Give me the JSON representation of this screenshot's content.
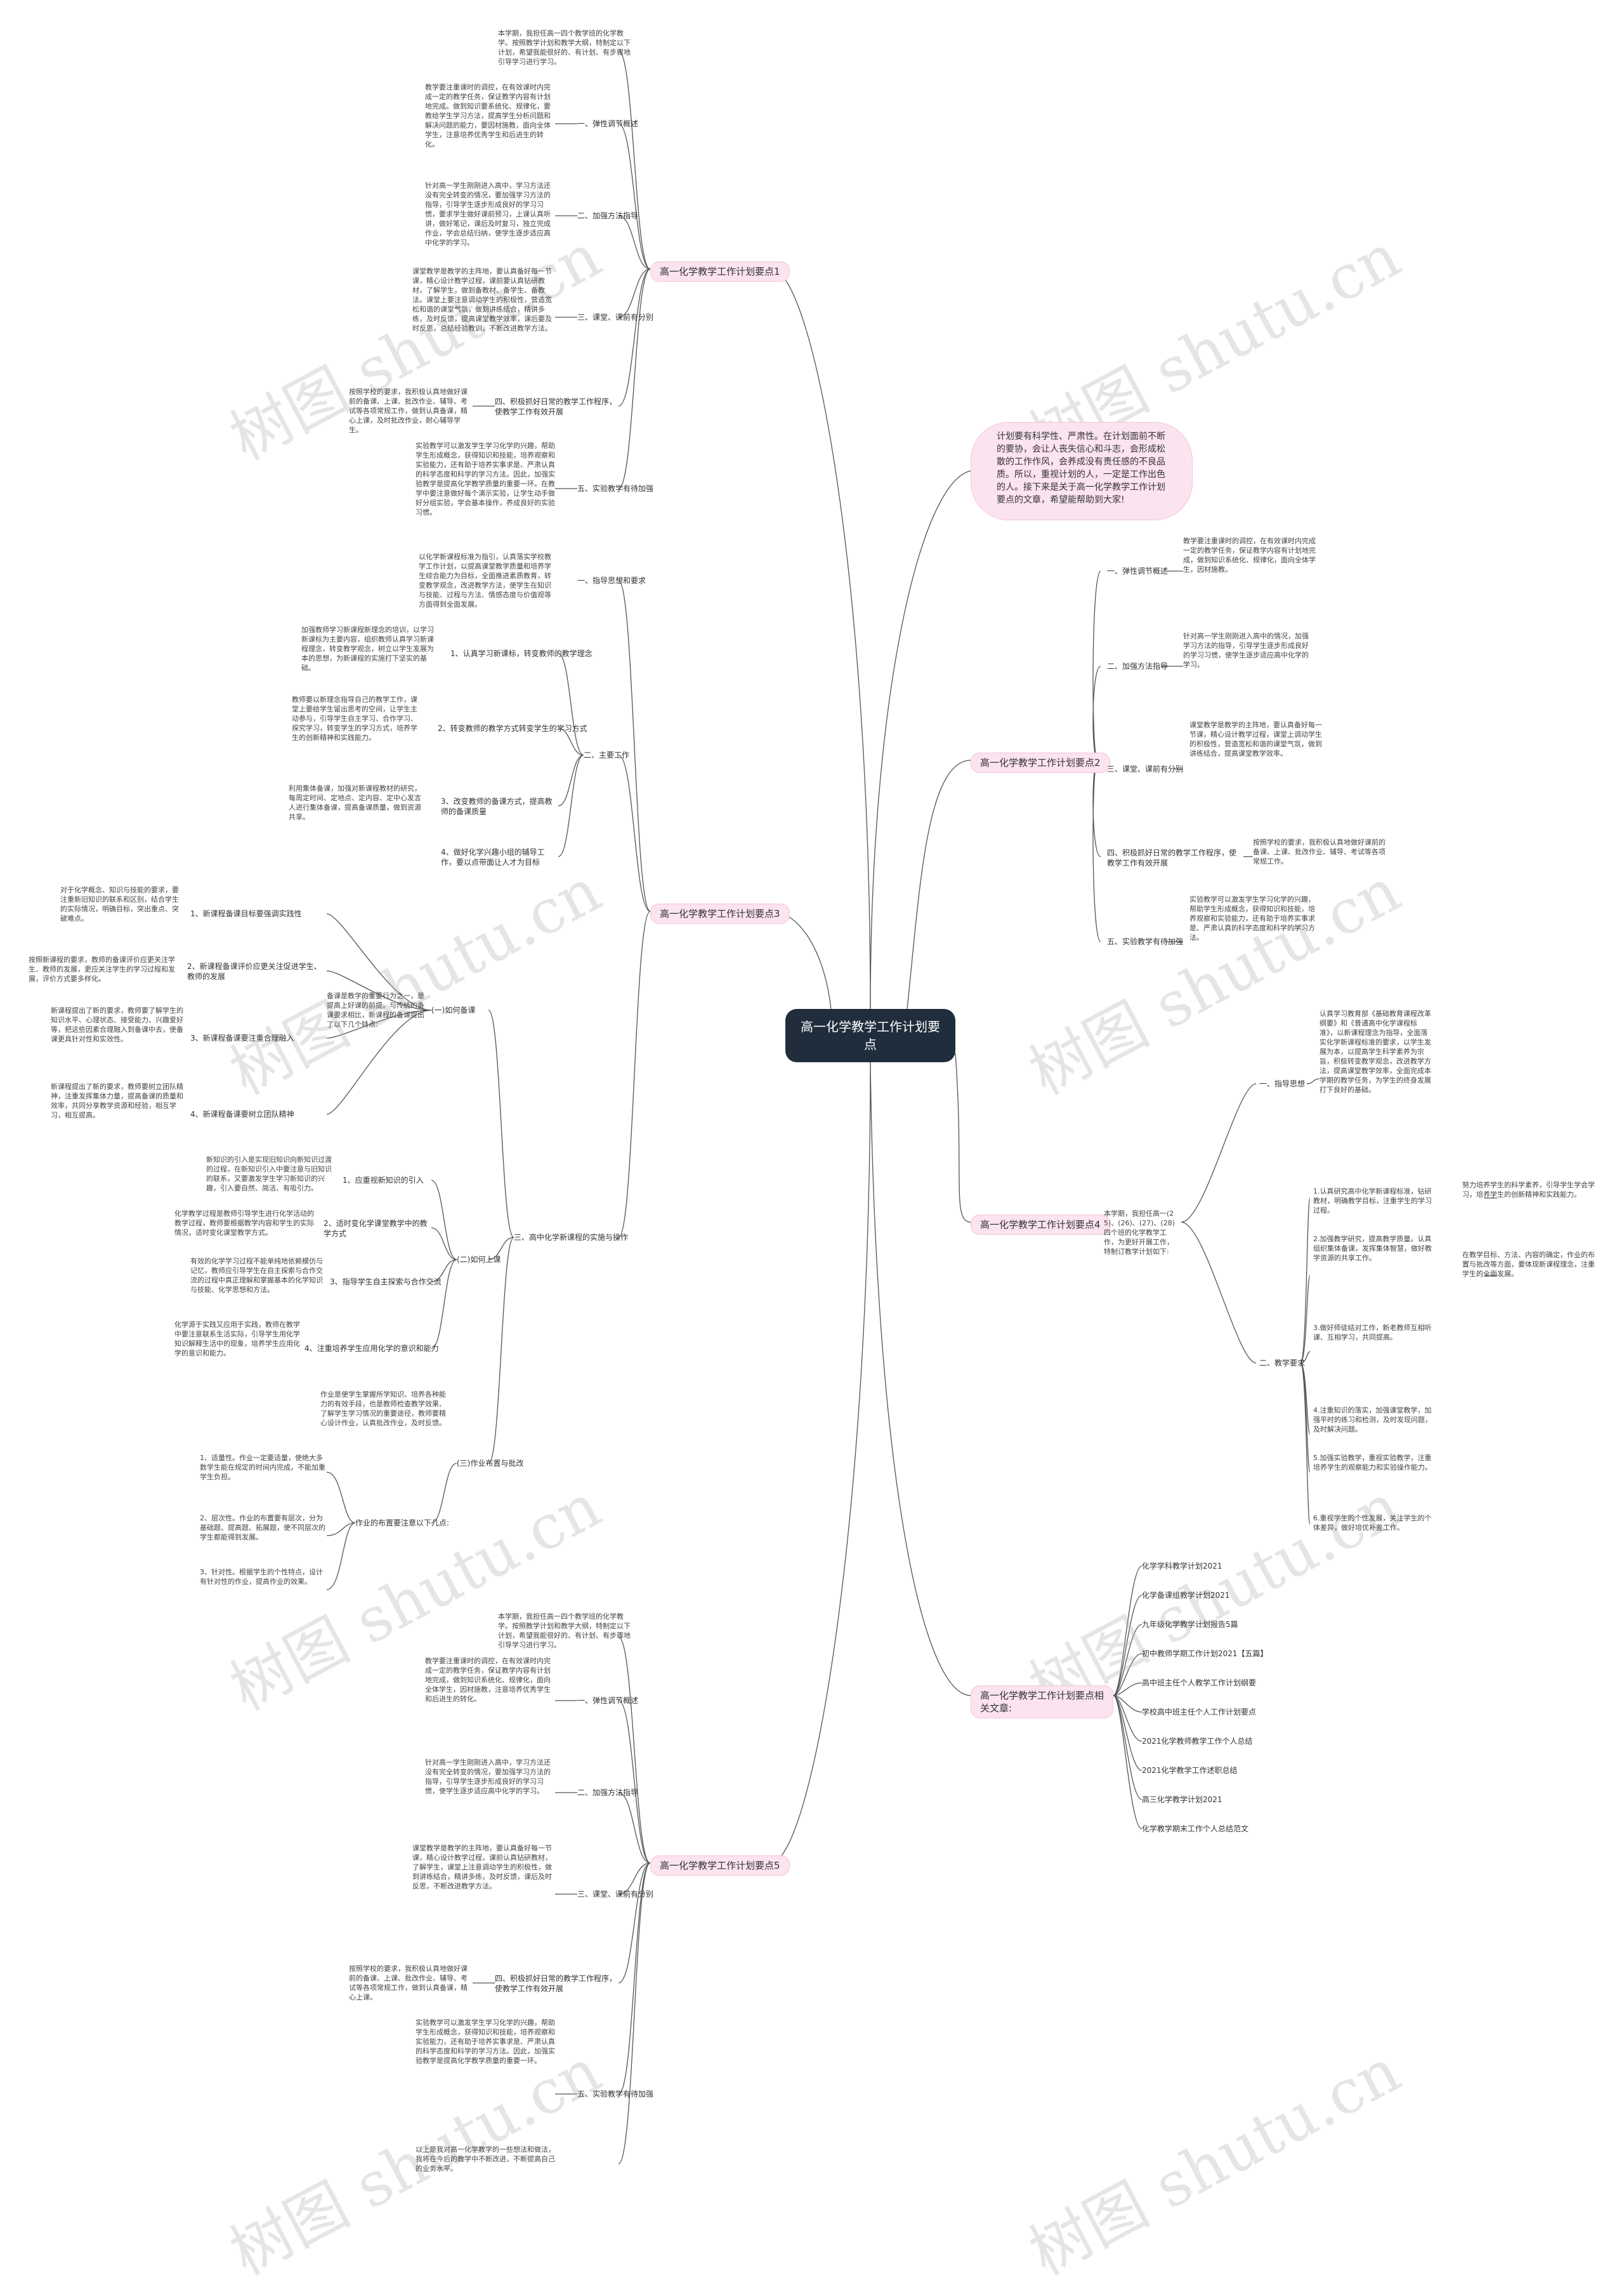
{
  "root": "高一化学教学工作计划要点",
  "intro": "计划要有科学性、严肃性。在计划面前不断的要协，会让人丧失信心和斗志，会形成松散的工作作风，会养成没有责任感的不良品质。所以，重视计划的人，一定是工作出色的人。接下来是关于高一化学教学工作计划要点的文章，希望能帮助到大家!",
  "branches": {
    "b1": "高一化学教学工作计划要点1",
    "b2": "高一化学教学工作计划要点2",
    "b3": "高一化学教学工作计划要点3",
    "b4": "高一化学教学工作计划要点4",
    "b5": "高一化学教学工作计划要点5",
    "b6": "高一化学教学工作计划要点相关文章:"
  },
  "labels": {
    "flex": "一、弹性调节概述",
    "method": "二、加强方法指导",
    "class": "三、课堂、课前有分别",
    "daily": "四、积极抓好日常的教学工作程序，使教学工作有效开展",
    "exp": "五、实验教学有待加强",
    "guide": "一、指导思想和要求",
    "main": "二、主要工作",
    "m1": "1、认真学习新课标，转变教师的教学理念",
    "m2": "2、转变教师的教学方式转变学生的学习方式",
    "m3": "3、改变教师的备课方式，提高教师的备课质量",
    "m4": "4、做好化学兴趣小组的辅导工作，要以点带面让人才为目标",
    "c3": "三、高中化学新课程的实施与操作",
    "s1": "(一)如何备课",
    "s1a": "1、新课程备课目标要强调实践性",
    "s1b": "2、新课程备课评价应更关注促进学生、教师的发展",
    "s1c": "3、新课程备课要注重合理融入",
    "s1d": "4、新课程备课要树立团队精神",
    "s2": "(二)如何上课",
    "s2a": "1、应重视新知识的引入",
    "s2b": "2、适时变化学课堂教学中的教学方式",
    "s2c": "3、指导学生自主探索与合作交流",
    "s2d": "4、注重培养学生应用化学的意识和能力",
    "s3": "(三)作业布置与批改",
    "s3a": "作业的布置要注意以下几点:",
    "b4guide": "一、指导思想",
    "b4req": "二、教学要求",
    "b4intro": "本学期，我担任高一(25)、(26)、(27)、(28)四个班的化学教学工作，为更好开展工作，特制订教学计划如下:"
  },
  "paras": {
    "b1_top": "本学期，我担任高一四个教学班的化学教学。按照教学计划和教学大纲，特制定以下计划，希望我能很好的、有计划、有步骤地引导学习进行学习。",
    "flex": "教学要注重课时的调控，在有效课时内完成一定的教学任务，保证教学内容有计划地完成。做到知识要系统化、规律化，要教给学生学习方法，提高学生分析问题和解决问题的能力，要因材施教，面向全体学生，注意培养优秀学生和后进生的转化。",
    "method": "针对高一学生刚刚进入高中，学习方法还没有完全转变的情况，要加强学习方法的指导，引导学生逐步形成良好的学习习惯，要求学生做好课前预习，上课认真听讲，做好笔记，课后及时复习，独立完成作业，学会总结归纳，使学生逐步适应高中化学的学习。",
    "class": "课堂教学是教学的主阵地，要认真备好每一节课，精心设计教学过程，课前要认真钻研教材，了解学生，做到备教材、备学生、备教法。课堂上要注意调动学生的积极性，营造宽松和谐的课堂气氛，做到讲练结合，精讲多练，及时反馈，提高课堂教学效率，课后要及时反思，总结经验教训，不断改进教学方法。",
    "daily": "按照学校的要求，我积极认真地做好课前的备课、上课、批改作业、辅导、考试等各项常规工作，做到认真备课，精心上课，及时批改作业，耐心辅导学生。",
    "exp": "实验教学可以激发学生学习化学的兴趣，帮助学生形成概念，获得知识和技能，培养观察和实验能力，还有助于培养实事求是、严肃认真的科学态度和科学的学习方法。因此，加强实验教学是提高化学教学质量的重要一环。在教学中要注意做好每个演示实验，让学生动手做好分组实验，学会基本操作，养成良好的实验习惯。",
    "guide": "以化学新课程标准为指引，认真落实学校教学工作计划，以提高课堂教学质量和培养学生综合能力为目标，全面推进素质教育，转变教学观念，改进教学方法，使学生在知识与技能、过程与方法、情感态度与价值观等方面得到全面发展。",
    "m1": "加强教师学习新课程新理念的培训，以学习新课标为主要内容，组织教师认真学习新课程理念，转变教学观念，树立以学生发展为本的思想，为新课程的实施打下坚实的基础。",
    "m2": "教师要以新理念指导自己的教学工作，课堂上要给学生留出思考的空间，让学生主动参与，引导学生自主学习、合作学习、探究学习，转变学生的学习方式，培养学生的创新精神和实践能力。",
    "m3": "利用集体备课，加强对新课程教材的研究，每周定时间、定地点、定内容、定中心发言人进行集体备课，提高备课质量，做到资源共享。",
    "s1a": "对于化学概念、知识与技能的要求，要注重新旧知识的联系和区别，结合学生的实际情况，明确目标，突出重点、突破难点。",
    "s1b": "按照新课程的要求，教师的备课评价应更关注学生、教师的发展，更应关注学生的学习过程和发展，评价方式要多样化。",
    "s1c": "新课程提出了新的要求，教师要了解学生的知识水平、心理状态、接受能力、兴趣爱好等，把这些因素合理融入到备课中去，使备课更具针对性和实效性。",
    "s1d": "新课程提出了新的要求，教师要树立团队精神，注重发挥集体力量，提高备课的质量和效率，共同分享教学资源和经验，相互学习，相互提高。",
    "s1note": "备课是教学的重要行为之一，是提高上好课的前提。与传统的备课要求相比，新课程的备课提出了以下几个特点:",
    "s2a": "新知识的引入是实现旧知识向新知识过渡的过程，在新知识引入中要注意与旧知识的联系，又要激发学生学习新知识的兴趣，引入要自然、简洁、有吸引力。",
    "s2b": "化学教学过程是教师引导学生进行化学活动的教学过程，教师要根据教学内容和学生的实际情况，适时变化课堂教学方式。",
    "s2c": "有效的化学学习过程不能单纯地依赖模仿与记忆，教师应引导学生在自主探索与合作交流的过程中真正理解和掌握基本的化学知识与技能、化学思想和方法。",
    "s2d": "化学源于实践又应用于实践，教师在教学中要注意联系生活实际，引导学生用化学知识解释生活中的现象，培养学生应用化学的意识和能力。",
    "s3": "作业是使学生掌握所学知识、培养各种能力的有效手段，也是教师检查教学效果、了解学生学习情况的重要途径，教师要精心设计作业，认真批改作业，及时反馈。",
    "s3a1": "1、适量性。作业一定要适量，使绝大多数学生能在规定的时间内完成，不能加重学生负担。",
    "s3a2": "2、层次性。作业的布置要有层次，分为基础题、提高题、拓展题，使不同层次的学生都能得到发展。",
    "s3a3": "3、针对性。根据学生的个性特点，设计有针对性的作业，提高作业的效果。",
    "b2_flex": "教学要注重课时的调控，在有效课时内完成一定的教学任务，保证教学内容有计划地完成，做到知识系统化、规律化，面向全体学生，因材施教。",
    "b2_method": "针对高一学生刚刚进入高中的情况，加强学习方法的指导，引导学生逐步形成良好的学习习惯，使学生逐步适应高中化学的学习。",
    "b2_class": "课堂教学是教学的主阵地，要认真备好每一节课，精心设计教学过程，课堂上调动学生的积极性，营造宽松和谐的课堂气氛，做到讲练结合，提高课堂教学效率。",
    "b2_daily": "按照学校的要求，我积极认真地做好课前的备课、上课、批改作业、辅导、考试等各项常规工作。",
    "b2_exp": "实验教学可以激发学生学习化学的兴趣，帮助学生形成概念，获得知识和技能，培养观察和实验能力，还有助于培养实事求是、严肃认真的科学态度和科学的学习方法。",
    "b4guide": "认真学习教育部《基础教育课程改革纲要》和《普通高中化学课程标准》，以新课程理念为指导，全面落实化学新课程标准的要求，以学生发展为本，以提高学生科学素养为宗旨，积极转变教学观念，改进教学方法，提高课堂教学效率，全面完成本学期的教学任务，为学生的终身发展打下良好的基础。",
    "b4r1": "1.认真研究高中化学新课程标准，钻研教材，明确教学目标，注重学生的学习过程。",
    "b4r1side": "努力培养学生的科学素养，引导学生学会学习，培养学生的创新精神和实践能力。",
    "b4r2": "2.加强教学研究，提高教学质量。认真组织集体备课，发挥集体智慧，做好教学资源的共享工作。",
    "b4r2side": "在教学目标、方法、内容的确定，作业的布置与批改等方面，要体现新课程理念，注重学生的全面发展。",
    "b4r3": "3.做好师徒结对工作，新老教师互相听课、互相学习，共同提高。",
    "b4r4": "4.注重知识的落实，加强课堂教学，加强平时的练习和检测，及时发现问题，及时解决问题。",
    "b4r5": "5.加强实验教学，重视实验教学，注重培养学生的观察能力和实验操作能力。",
    "b4r6": "6.重视学生的个性发展，关注学生的个体差异，做好培优补差工作。",
    "b5_top": "本学期，我担任高一四个教学班的化学教学。按照教学计划和教学大纲，特制定以下计划，希望我能很好的、有计划、有步骤地引导学习进行学习。",
    "b5_flex": "教学要注重课时的调控，在有效课时内完成一定的教学任务，保证教学内容有计划地完成，做到知识系统化、规律化，面向全体学生，因材施教，注意培养优秀学生和后进生的转化。",
    "b5_method": "针对高一学生刚刚进入高中，学习方法还没有完全转变的情况，要加强学习方法的指导，引导学生逐步形成良好的学习习惯，使学生逐步适应高中化学的学习。",
    "b5_class": "课堂教学是教学的主阵地，要认真备好每一节课，精心设计教学过程，课前认真钻研教材，了解学生，课堂上注意调动学生的积极性，做到讲练结合，精讲多练，及时反馈，课后及时反思，不断改进教学方法。",
    "b5_daily": "按照学校的要求，我积极认真地做好课前的备课、上课、批改作业、辅导、考试等各项常规工作，做到认真备课，精心上课。",
    "b5_exp": "实验教学可以激发学生学习化学的兴趣，帮助学生形成概念，获得知识和技能，培养观察和实验能力，还有助于培养实事求是、严肃认真的科学态度和科学的学习方法。因此，加强实验教学是提高化学教学质量的重要一环。",
    "b5_end": "以上是我对高一化学教学的一些想法和做法，我将在今后的教学中不断改进，不断提高自己的业务水平。"
  },
  "related": [
    "化学学科教学计划2021",
    "化学备课组教学计划2021",
    "九年级化学教学计划报告5篇",
    "初中教师学期工作计划2021【五篇】",
    "高中班主任个人教学工作计划纲要",
    "学校高中班主任个人工作计划要点",
    "2021化学教师教学工作个人总结",
    "2021化学教学工作述职总结",
    "高三化学教学计划2021",
    "化学教学期末工作个人总结范文"
  ],
  "watermark": "树图 shutu.cn"
}
